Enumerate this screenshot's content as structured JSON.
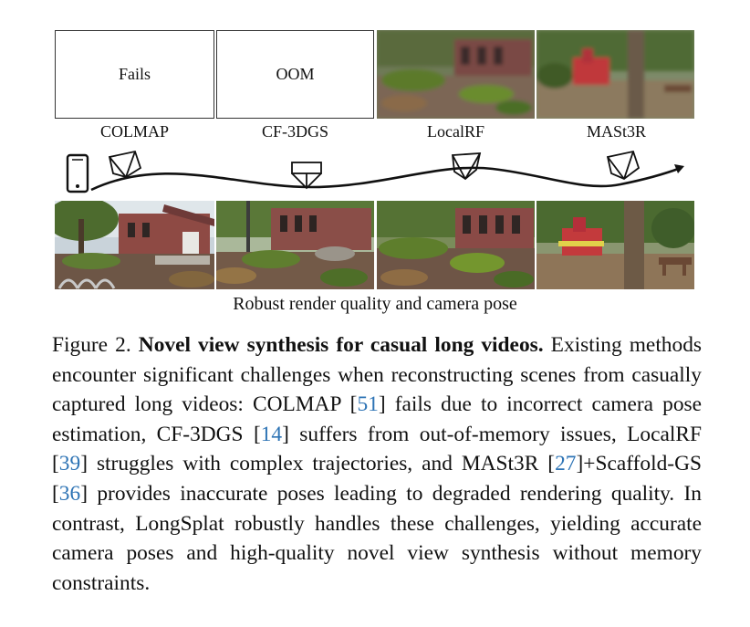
{
  "top_row": {
    "colmap_box_text": "Fails",
    "cf3dgs_box_text": "OOM",
    "labels": [
      "COLMAP",
      "CF-3DGS",
      "LocalRF",
      "MASt3R"
    ]
  },
  "subcaption": "Robust render quality and camera pose",
  "caption": {
    "prefix": "Figure 2. ",
    "title": "Novel view synthesis for casual long videos.",
    "t1": " Existing methods encounter significant challenges when reconstructing scenes from casually captured long videos: COLMAP [",
    "c1": "51",
    "t2": "] fails due to incorrect camera pose estimation, CF-3DGS [",
    "c2": "14",
    "t3": "] suffers from out-of-memory issues, LocalRF [",
    "c3": "39",
    "t4": "] struggles with complex trajectories, and MASt3R [",
    "c4": "27",
    "t5": "]+Scaffold-GS [",
    "c5": "36",
    "t6": "] provides inaccurate poses leading to degraded rendering quality. In contrast, LongSplat robustly handles these challenges, yielding accurate camera poses and high-quality novel view synthesis without memory constraints."
  },
  "colors": {
    "citation": "#2e74b5"
  },
  "icons": [
    "smartphone-icon",
    "camera-frustum-icon",
    "trajectory-arrow"
  ]
}
